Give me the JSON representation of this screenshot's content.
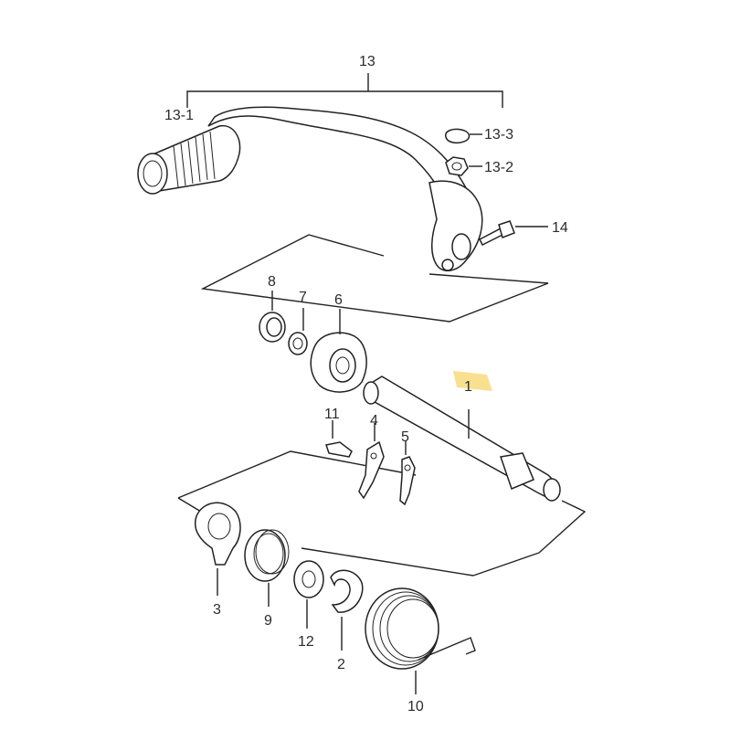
{
  "colors": {
    "highlight": "#f7d774",
    "ink": "#222222"
  },
  "labels": {
    "p1": "1",
    "p2": "2",
    "p3": "3",
    "p4": "4",
    "p5": "5",
    "p6": "6",
    "p7": "7",
    "p8": "8",
    "p9": "9",
    "p10": "10",
    "p11": "11",
    "p12": "12",
    "p13": "13",
    "p13_1": "13-1",
    "p13_2": "13-2",
    "p13_3": "13-3",
    "p14": "14"
  },
  "highlighted_part": "1"
}
